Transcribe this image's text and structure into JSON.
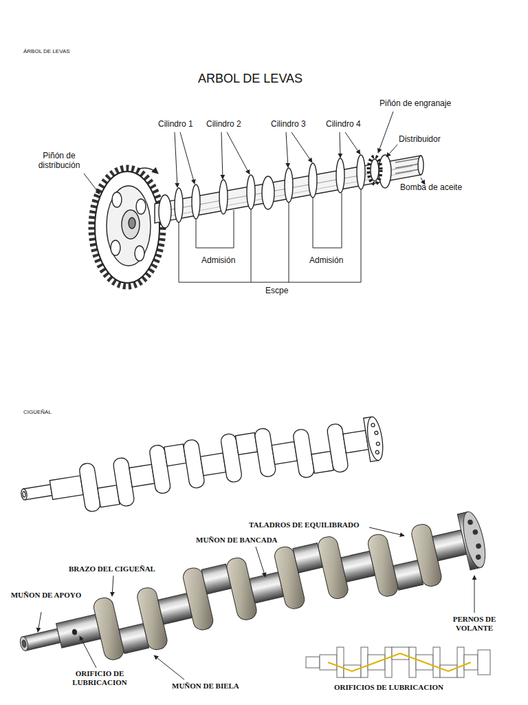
{
  "diagram": {
    "labels": [
      "ÁRBOL DE LEVAS",
      "ARBOL DE LEVAS",
      "Cilindro 1",
      "Cilindro 2",
      "Cilindro 3",
      "Cilindro 4",
      "Piñón de engranaje",
      "Piñón de distribución",
      "Distribuidor",
      "Bomba de aceite",
      "Admisión",
      "Admisión",
      "Escpe",
      "CIGÜEÑAL",
      "TALADROS DE EQUILIBRADO",
      "MUÑON DE BANCADA",
      "BRAZO DEL CIGUEÑAL",
      "MUÑON DE APOYO",
      "PERNOS DE VOLANTE",
      "ORIFICIO DE LUBRICACION",
      "MUÑON DE BIELA",
      "ORIFICIOS DE LUBRICACION"
    ]
  }
}
